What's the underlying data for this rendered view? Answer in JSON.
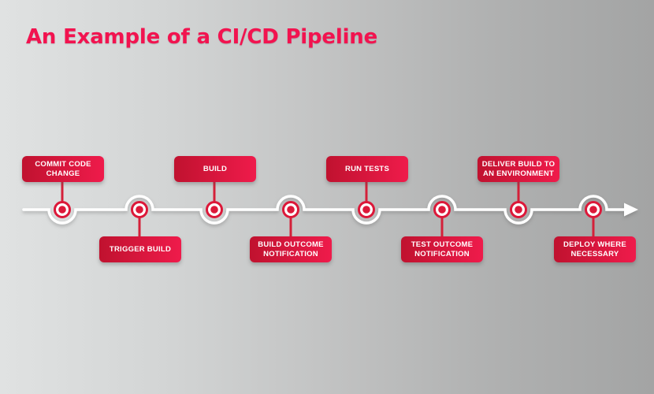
{
  "title": "An Example of a CI/CD Pipeline",
  "colors": {
    "title_pink": "#F2134F",
    "box_gradient_start": "#C0122F",
    "box_gradient_end": "#EF1B4B",
    "node_red": "#DC1839",
    "timeline_white": "#FFFFFF",
    "background_left": "#E0E2E2",
    "background_right": "#A3A4A4"
  },
  "timeline": {
    "direction": "left-to-right",
    "end_marker": "arrowhead",
    "nodes": [
      {
        "label": "COMMIT CODE CHANGE",
        "position": "above"
      },
      {
        "label": "TRIGGER BUILD",
        "position": "below"
      },
      {
        "label": "BUILD",
        "position": "above"
      },
      {
        "label": "BUILD OUTCOME NOTIFICATION",
        "position": "below"
      },
      {
        "label": "RUN TESTS",
        "position": "above"
      },
      {
        "label": "TEST OUTCOME NOTIFICATION",
        "position": "below"
      },
      {
        "label": "DELIVER BUILD TO AN ENVIRONMENT",
        "position": "above"
      },
      {
        "label": "DEPLOY WHERE NECESSARY",
        "position": "below"
      }
    ]
  }
}
